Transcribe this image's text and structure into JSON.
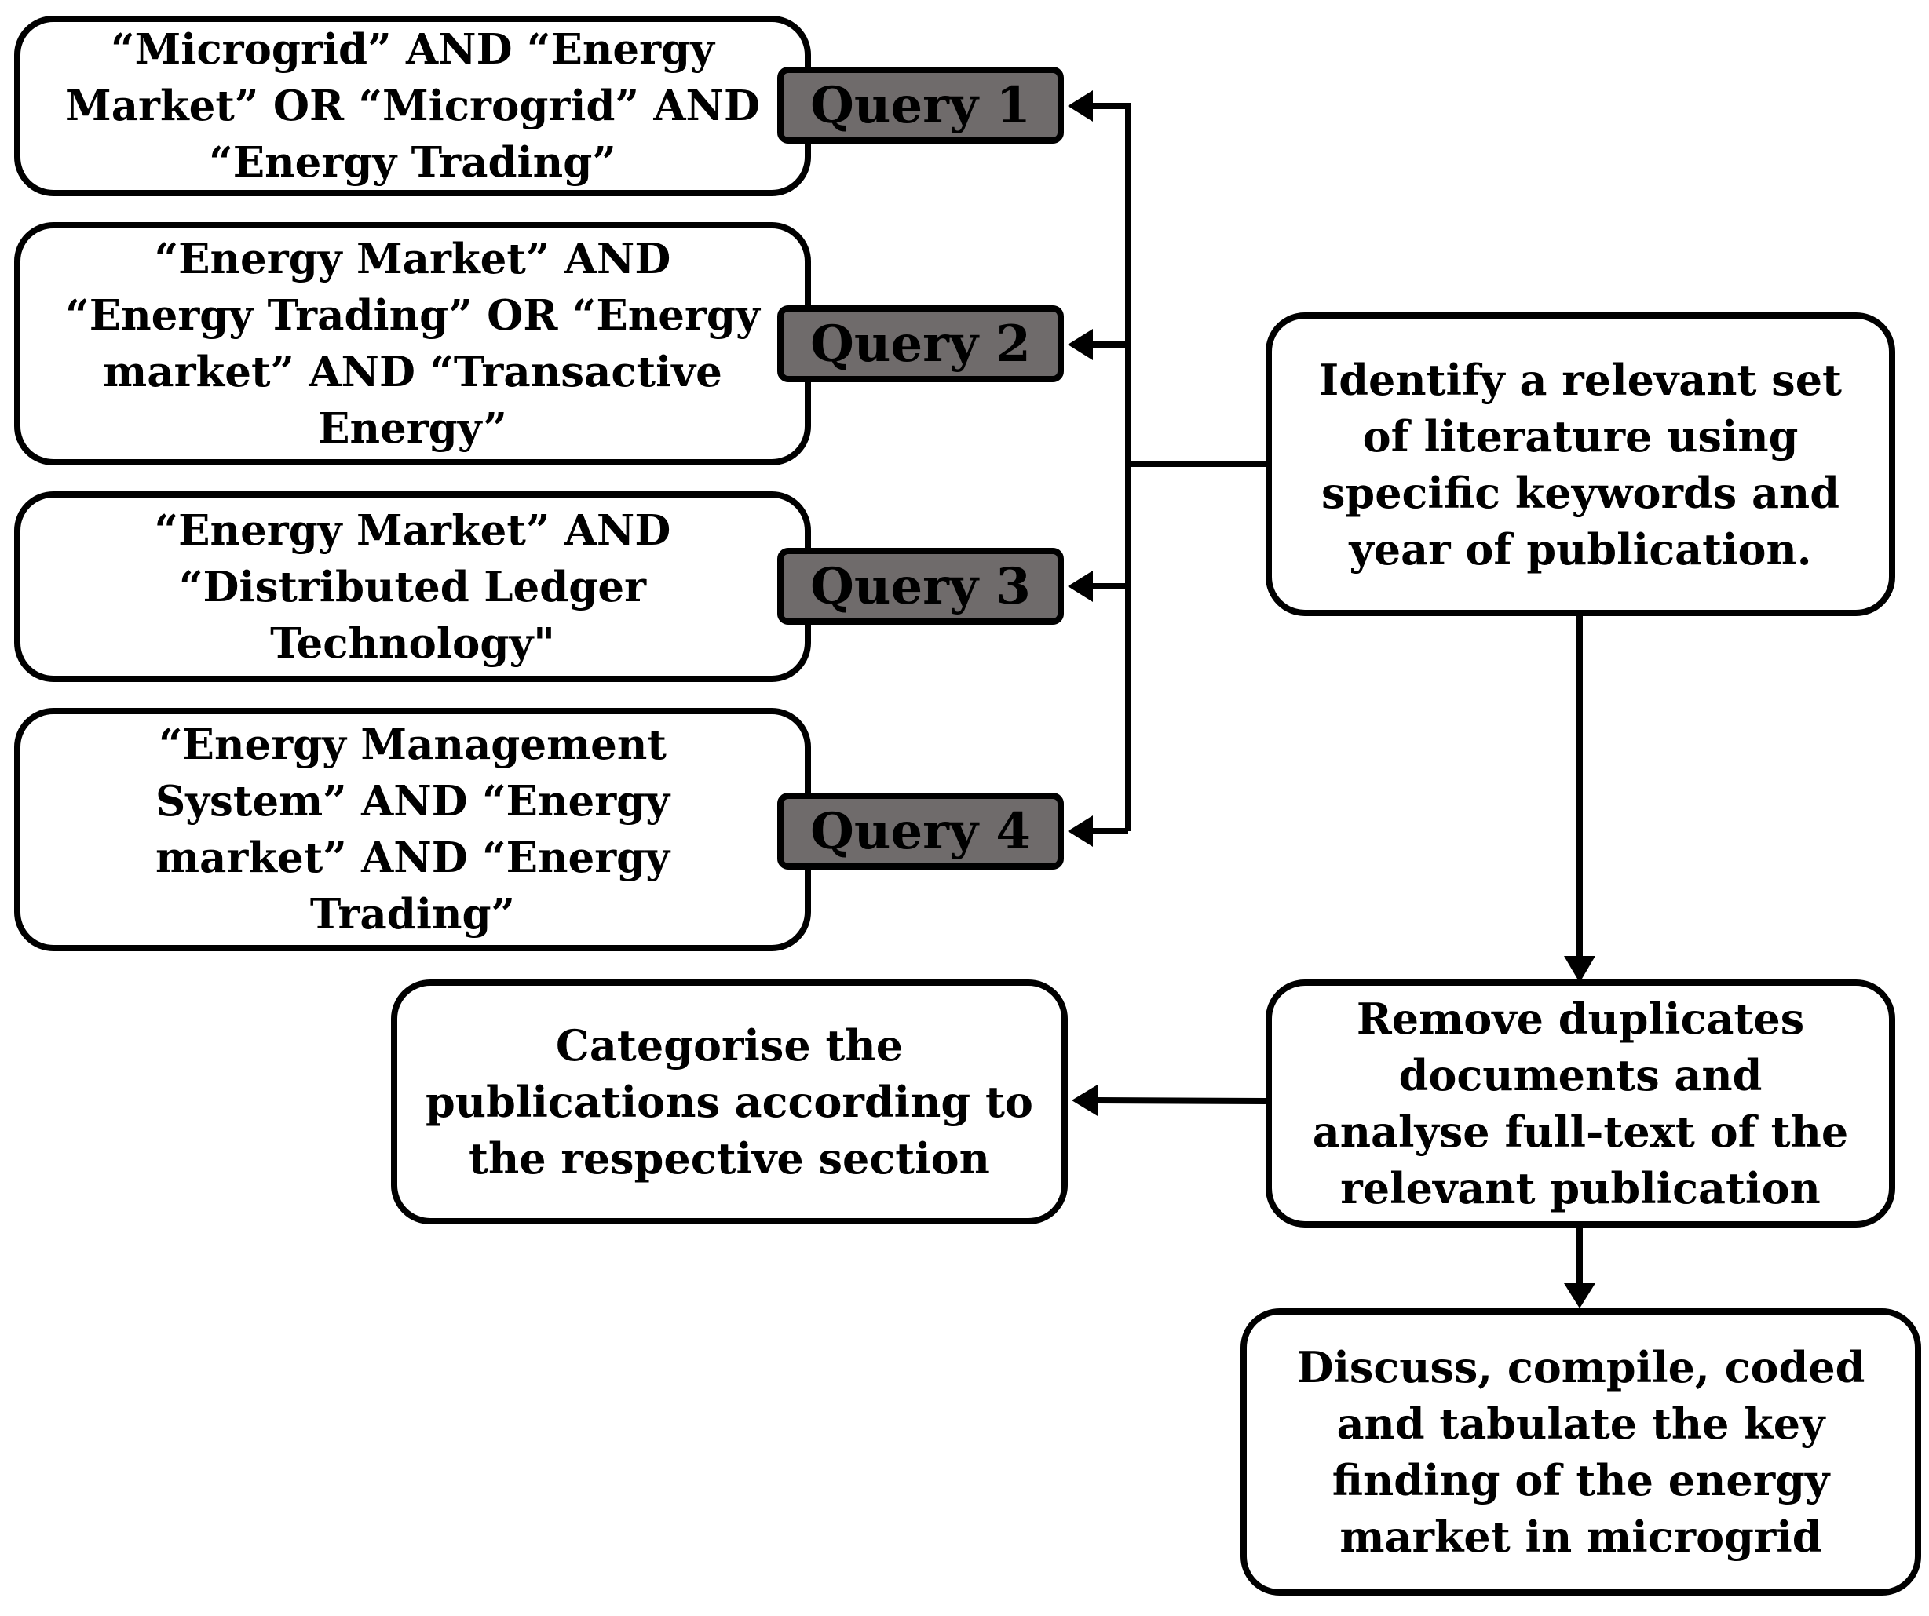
{
  "queries": [
    {
      "label": "Query 1",
      "text": "“Microgrid” AND “Energy\nMarket” OR “Microgrid” AND\n“Energy Trading”"
    },
    {
      "label": "Query 2",
      "text": "“Energy Market” AND\n“Energy Trading” OR “Energy\nmarket” AND “Transactive\nEnergy”"
    },
    {
      "label": "Query 3",
      "text": "“Energy Market” AND\n“Distributed Ledger\nTechnology\""
    },
    {
      "label": "Query 4",
      "text": "“Energy Management\nSystem” AND “Energy\nmarket” AND “Energy\nTrading”"
    }
  ],
  "steps": {
    "identify": "Identify a relevant set\nof literature using\nspecific keywords and\nyear of publication.",
    "remove": "Remove duplicates\ndocuments and\nanalyse full-text of the\nrelevant publication",
    "categorise": "Categorise the\npublications according to\nthe respective section",
    "discuss": "Discuss, compile, coded\nand tabulate the key\nfinding of the energy\nmarket in microgrid"
  },
  "colors": {
    "stroke": "#000000",
    "box_fill": "#ffffff",
    "label_fill": "#6f6b6b"
  }
}
